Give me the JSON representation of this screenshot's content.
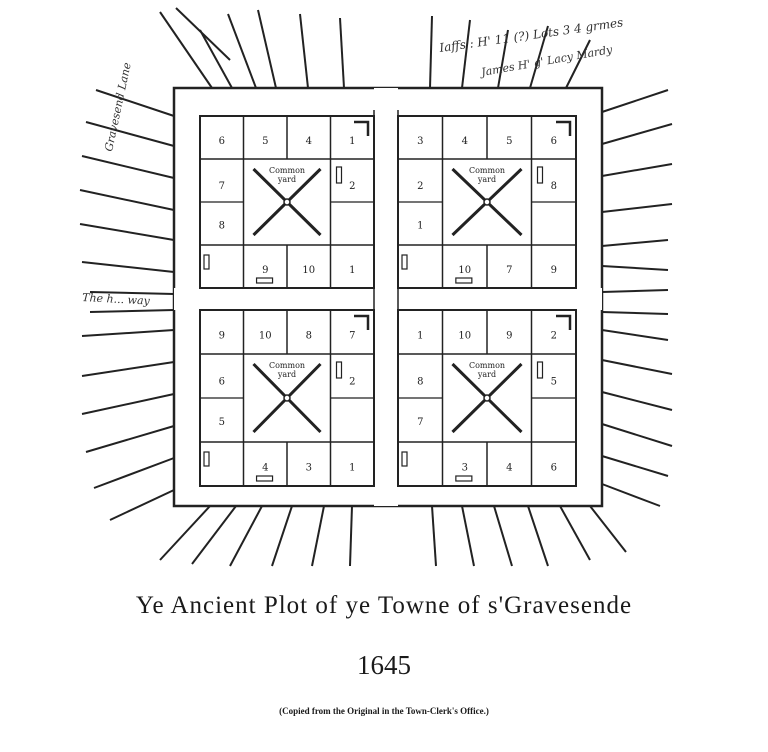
{
  "map": {
    "title": "Ye Ancient Plot of ye Towne of s'Gravesende",
    "year": "1645",
    "credit": "(Copied from the Original in the Town-Clerk's Office.)",
    "annotations": {
      "top_right_line1": "Iaffs : H' 11 (?) Lots 3 4 grmes",
      "top_right_line2": "James H' g' Lacy Mardy",
      "left_road": "Gravesend Lane",
      "road_west": "The h... way"
    },
    "yard_label_1": "Common",
    "yard_label_2": "yard",
    "quadrants": [
      {
        "id": "nw",
        "lots": [
          "6",
          "5",
          "4",
          "1",
          "7",
          "8",
          "9",
          "10",
          "2",
          "1"
        ]
      },
      {
        "id": "ne",
        "lots": [
          "3",
          "4",
          "5",
          "6",
          "2",
          "1",
          "10",
          "7",
          "8",
          "9"
        ]
      },
      {
        "id": "sw",
        "lots": [
          "9",
          "10",
          "8",
          "7",
          "6",
          "5",
          "4",
          "3",
          "2",
          "1"
        ]
      },
      {
        "id": "se",
        "lots": [
          "1",
          "10",
          "9",
          "2",
          "8",
          "7",
          "3",
          "4",
          "5",
          "6"
        ]
      }
    ]
  }
}
